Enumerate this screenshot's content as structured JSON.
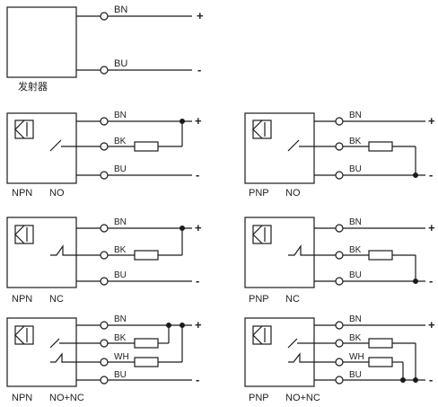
{
  "emitter": {
    "label": "发射器",
    "wire_top": "BN",
    "wire_bottom": "BU",
    "sign_top": "+",
    "sign_bottom": "-"
  },
  "wires": {
    "brown": "BN",
    "black": "BK",
    "white": "WH",
    "blue": "BU"
  },
  "signs": {
    "plus": "+",
    "minus": "-"
  },
  "panels": [
    {
      "type_label": "NPN",
      "mode_label": "NO"
    },
    {
      "type_label": "PNP",
      "mode_label": "NO"
    },
    {
      "type_label": "NPN",
      "mode_label": "NC"
    },
    {
      "type_label": "PNP",
      "mode_label": "NC"
    },
    {
      "type_label": "NPN",
      "mode_label": "NO+NC"
    },
    {
      "type_label": "PNP",
      "mode_label": "NO+NC"
    }
  ],
  "colors": {
    "line": "#1a1a1a",
    "text": "#222222",
    "background": "#ffffff"
  }
}
